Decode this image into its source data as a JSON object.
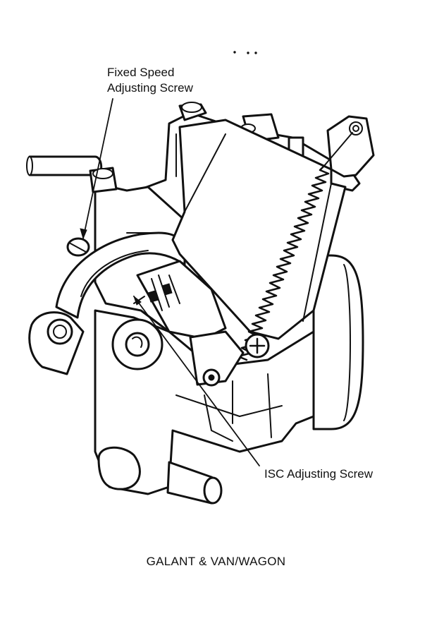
{
  "labels": {
    "fixed_speed_line1": "Fixed Speed",
    "fixed_speed_line2": "Adjusting Screw",
    "isc_screw": "ISC Adjusting Screw"
  },
  "caption": "GALANT & VAN/WAGON",
  "colors": {
    "ink": "#111111",
    "background": "#ffffff"
  }
}
